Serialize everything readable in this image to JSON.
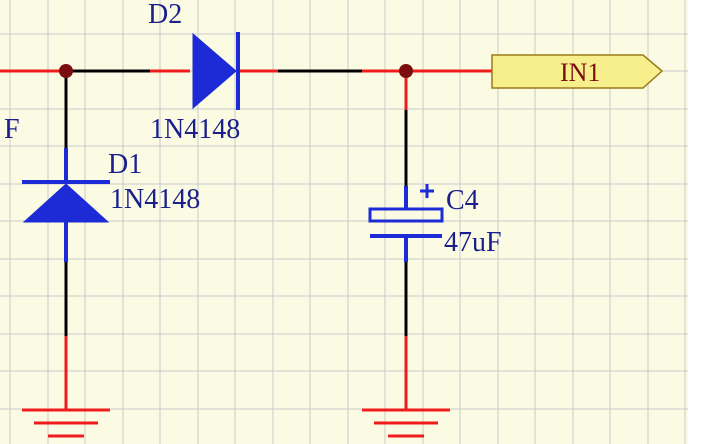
{
  "colors": {
    "background": "#fbfbe3",
    "grid": "#c9c9c9",
    "wire": "#000000",
    "pin": "#ee1c1c",
    "component": "#1d2bd6",
    "junction": "#7a0e0e",
    "label_text": "#1a1f8c",
    "port_fill": "#f7ee8c",
    "port_border": "#9a7a1a"
  },
  "components": {
    "d2": {
      "ref": "D2",
      "value": "1N4148"
    },
    "d1": {
      "ref": "D1",
      "value": "1N4148"
    },
    "c4": {
      "ref": "C4",
      "value": "47uF",
      "polarity": "+"
    },
    "partial_left_label": "F"
  },
  "port": {
    "label": "IN1"
  },
  "icons": [
    "diode-symbol",
    "polarized-capacitor-symbol",
    "ground-symbol",
    "port-arrow-symbol"
  ]
}
